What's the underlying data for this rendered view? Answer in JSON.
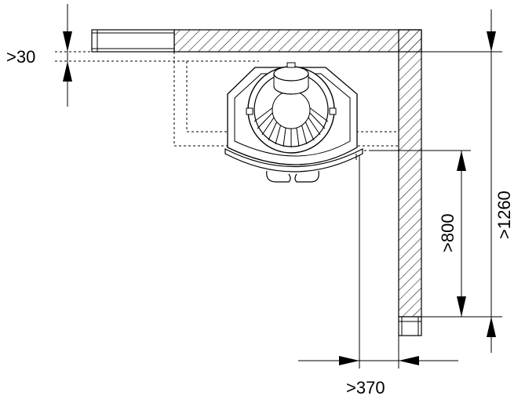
{
  "drawing": {
    "dimensions": {
      "top_clearance": ">30",
      "side_length": ">1260",
      "side_offset": ">800",
      "bottom_offset": ">370"
    }
  }
}
